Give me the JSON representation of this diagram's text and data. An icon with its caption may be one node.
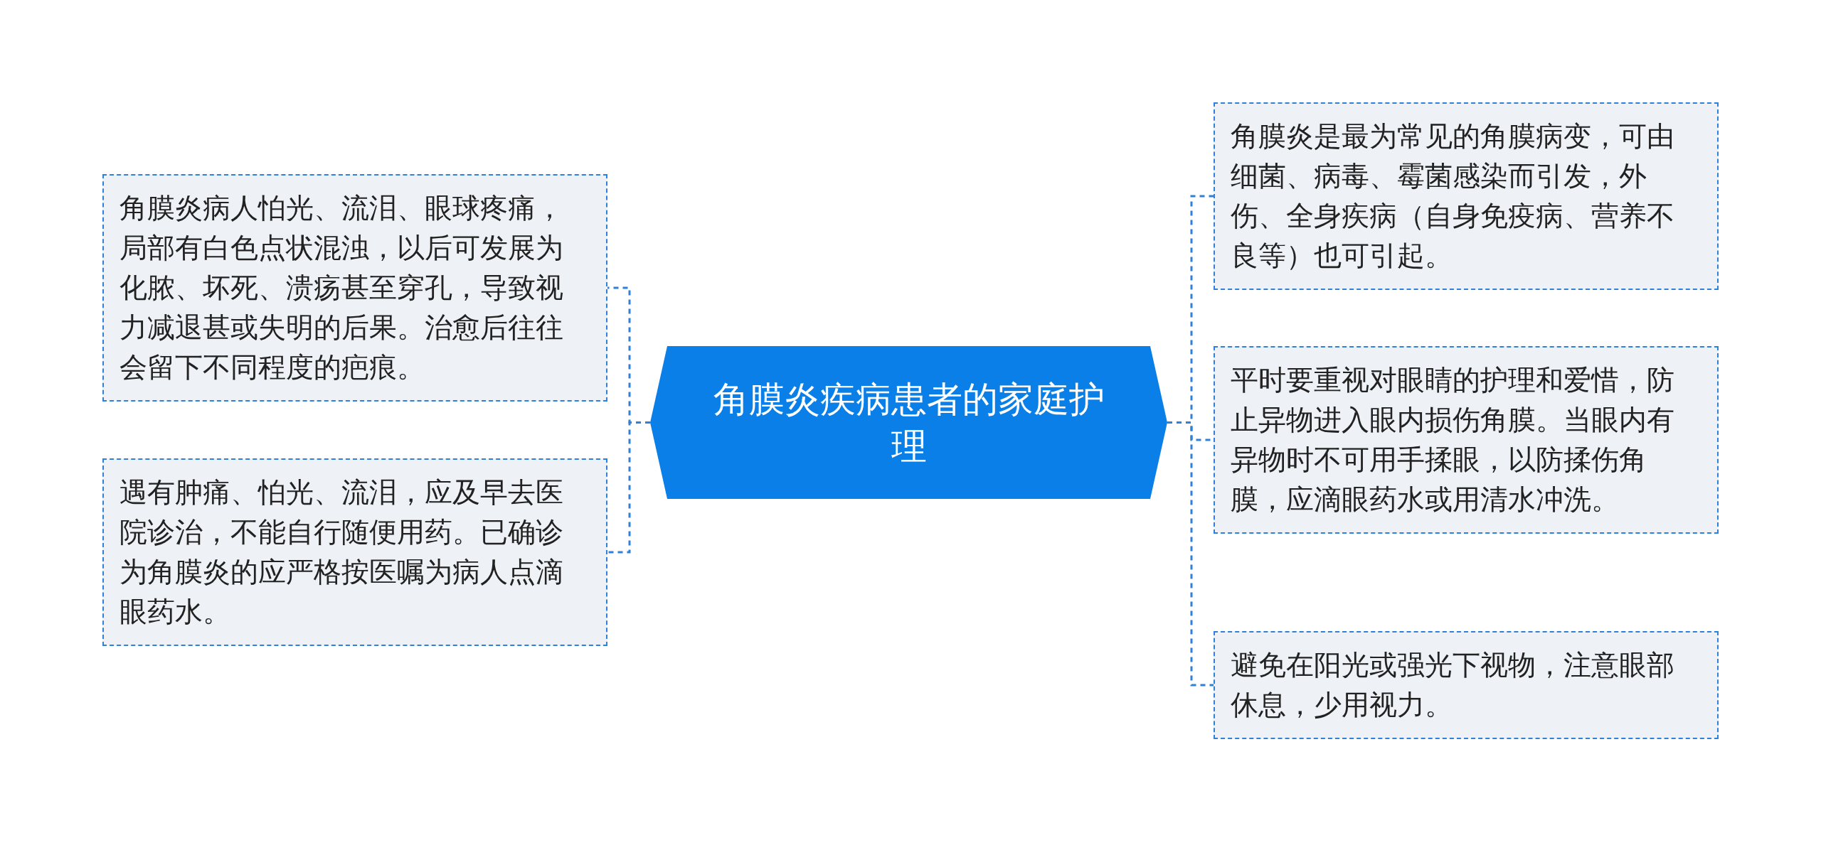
{
  "diagram": {
    "nodes": [
      {
        "text": [
          "角膜炎疾病患者的家庭护理"
        ]
      },
      {
        "text": [
          "角膜炎病人怕光、流泪、眼球疼痛，局部有白色点状混浊，以后可发展为化脓、坏死、溃疡甚至穿孔，导致视力减退甚或失明的后果。治愈后往往会留下不同程度的疤痕。"
        ]
      },
      {
        "text": [
          "遇有肿痛、怕光、流泪，应及早去医院诊治，不能自行随便用药。已确诊为角膜炎的应严格按医嘱为病人点滴眼药水。"
        ]
      },
      {
        "text": [
          "角膜炎是最为常见的角膜病变，可由细菌、病毒、霉菌感染而引发，外伤、全身疾病（自身免疫病、营养不良等）也可引起。"
        ]
      },
      {
        "text": [
          "平时要重视对眼睛的护理和爱惜，防止异物进入眼内损伤角膜。当眼内有异物时不可用手揉眼，以防揉伤角膜，应滴眼药水或用清水冲洗。"
        ]
      },
      {
        "text": [
          "避免在阳光或强光下视物，注意眼部休息，少用视力。"
        ]
      }
    ],
    "edges": [
      {
        "from": 0,
        "to": 1,
        "arrow": "none"
      },
      {
        "from": 0,
        "to": 2,
        "arrow": "none"
      },
      {
        "from": 0,
        "to": 3,
        "arrow": "none"
      },
      {
        "from": 0,
        "to": 4,
        "arrow": "none"
      },
      {
        "from": 0,
        "to": 5,
        "arrow": "none"
      }
    ]
  }
}
